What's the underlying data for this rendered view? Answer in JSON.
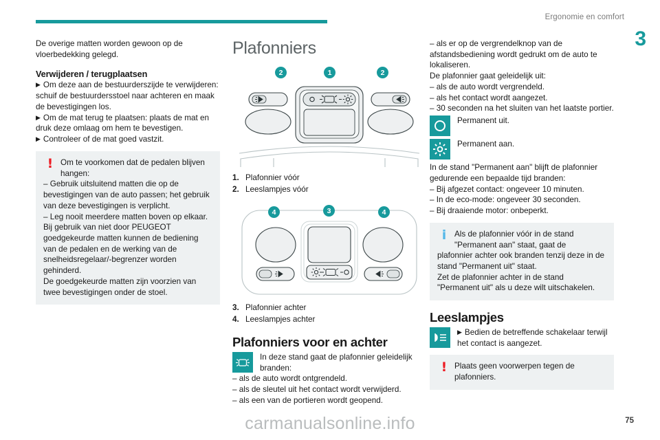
{
  "header": {
    "title": "Ergonomie en comfort",
    "chapter": "3"
  },
  "colors": {
    "accent_teal": "#179A9C",
    "warning_red": "#ED1C24",
    "info_blue": "#56B8E8",
    "note_bg": "#eef1f2",
    "title_grey": "#5d6466"
  },
  "column_left": {
    "intro": "De overige matten worden gewoon op de vloerbedekking gelegd.",
    "heading": "Verwijderen / terugplaatsen",
    "bullets": [
      "Om deze aan de bestuurderszijde te verwijderen: schuif de bestuurdersstoel naar achteren en maak de bevestigingen los.",
      "Om de mat terug te plaatsen: plaats de mat en druk deze omlaag om hem te bevestigen.",
      "Controleer of de mat goed vastzit."
    ],
    "warning": {
      "icon": "exclamation-icon",
      "lead": "Om te voorkomen dat de pedalen blijven hangen:",
      "lines": [
        "–  Gebruik uitsluitend matten die op de bevestigingen van de auto passen; het gebruik van deze bevestigingen is verplicht.",
        "–  Leg nooit meerdere matten boven op elkaar.",
        "Bij gebruik van niet door PEUGEOT goedgekeurde matten kunnen de bediening van de pedalen en de werking van de snelheidsregelaar/-begrenzer worden gehinderd.",
        "De goedgekeurde matten zijn voorzien van twee bevestigingen onder de stoel."
      ]
    }
  },
  "column_middle": {
    "title": "Plafonniers",
    "figure_front": {
      "name": "front-ceiling-light-diagram",
      "badges": [
        "2",
        "1",
        "2"
      ]
    },
    "legend_front": [
      {
        "n": "1.",
        "label": "Plafonnier vóór"
      },
      {
        "n": "2.",
        "label": "Leeslampjes vóór"
      }
    ],
    "figure_rear": {
      "name": "rear-ceiling-light-diagram",
      "badges": [
        "4",
        "3",
        "4"
      ]
    },
    "legend_rear": [
      {
        "n": "3.",
        "label": "Plafonnier achter"
      },
      {
        "n": "4.",
        "label": "Leeslampjes achter"
      }
    ],
    "section_heading": "Plafonniers voor en achter",
    "chip_icon": "door-light-icon",
    "chip_text": "In deze stand gaat de plafonnier geleidelijk branden:",
    "conditions": [
      "–  als de auto wordt ontgrendeld.",
      "–  als de sleutel uit het contact wordt verwijderd.",
      "–  als een van de portieren wordt geopend."
    ]
  },
  "column_right": {
    "continued": [
      "–  als er op de vergrendelknop van de afstandsbediening wordt gedrukt om de auto te lokaliseren.",
      "De plafonnier gaat geleidelijk uit:",
      "–  als de auto wordt vergrendeld.",
      "–  als het contact wordt aangezet.",
      "–  30 seconden na het sluiten van het laatste portier."
    ],
    "modes": [
      {
        "icon": "circle-off-icon",
        "label": "Permanent uit."
      },
      {
        "icon": "sun-on-icon",
        "label": "Permanent aan."
      }
    ],
    "duration_lead": "In de stand \"Permanent aan\" blijft de plafonnier gedurende een bepaalde tijd branden:",
    "durations": [
      "–  Bij afgezet contact: ongeveer 10 minuten.",
      "–  In de eco-mode: ongeveer 30 seconden.",
      "–  Bij draaiende motor: onbeperkt."
    ],
    "info": {
      "icon": "info-icon",
      "lead": "Als de plafonnier vóór in de stand \"Permanent aan\" staat, gaat de",
      "lines": [
        "plafonnier achter ook branden tenzij deze in de stand \"Permanent uit\" staat.",
        "Zet de plafonnier achter in de stand \"Permanent uit\" als u deze wilt uitschakelen."
      ]
    },
    "reading_heading": "Leeslampjes",
    "reading_chip_icon": "reading-lamp-icon",
    "reading_text": "Bedien de betreffende schakelaar terwijl het contact is aangezet.",
    "reading_warning": {
      "icon": "exclamation-icon",
      "text": "Plaats geen voorwerpen tegen de plafonniers."
    }
  },
  "footer": {
    "watermark": "carmanualsonline.info",
    "page_number": "75"
  }
}
